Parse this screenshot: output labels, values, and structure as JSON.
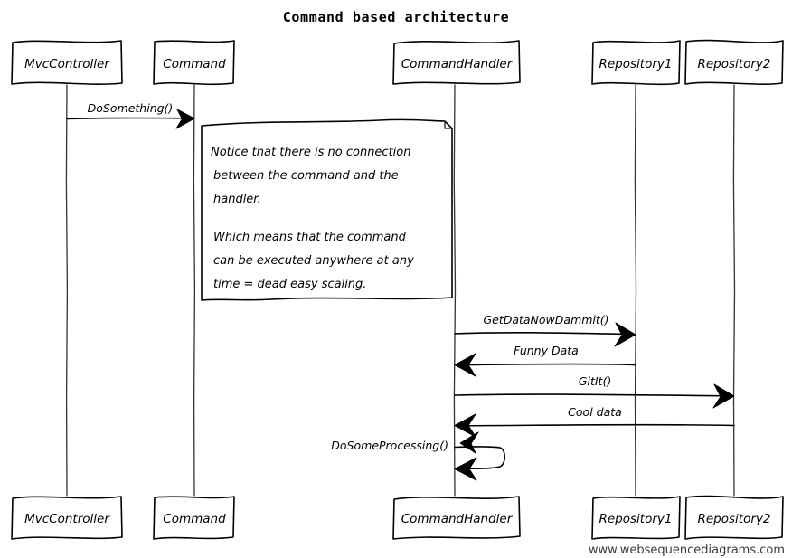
{
  "diagram": {
    "title": "Command based architecture",
    "footer": "www.websequencediagrams.com",
    "ink_color": "#000000",
    "background_color": "#ffffff",
    "participants": [
      {
        "id": "mvccontroller",
        "label": "MvcController"
      },
      {
        "id": "command",
        "label": "Command"
      },
      {
        "id": "commandhandler",
        "label": "CommandHandler"
      },
      {
        "id": "repository1",
        "label": "Repository1"
      },
      {
        "id": "repository2",
        "label": "Repository2"
      }
    ],
    "messages": [
      {
        "id": "m1",
        "label": "DoSomething()",
        "from": "mvccontroller",
        "to": "command",
        "kind": "call"
      },
      {
        "id": "m2",
        "label": "GetDataNowDammit()",
        "from": "commandhandler",
        "to": "repository1",
        "kind": "call"
      },
      {
        "id": "m3",
        "label": "Funny Data",
        "from": "repository1",
        "to": "commandhandler",
        "kind": "return"
      },
      {
        "id": "m4",
        "label": "GitIt()",
        "from": "commandhandler",
        "to": "repository2",
        "kind": "call"
      },
      {
        "id": "m5",
        "label": "Cool data",
        "from": "repository2",
        "to": "commandhandler",
        "kind": "return"
      },
      {
        "id": "m6",
        "label": "DoSomeProcessing()",
        "from": "commandhandler",
        "to": "commandhandler",
        "kind": "self"
      }
    ],
    "note": {
      "id": "note1",
      "lines": [
        "Notice that there is no connection",
        "between the command and the",
        "handler.",
        "",
        "Which means that the command",
        "can be executed anywhere at any",
        "time = dead easy scaling."
      ]
    }
  }
}
